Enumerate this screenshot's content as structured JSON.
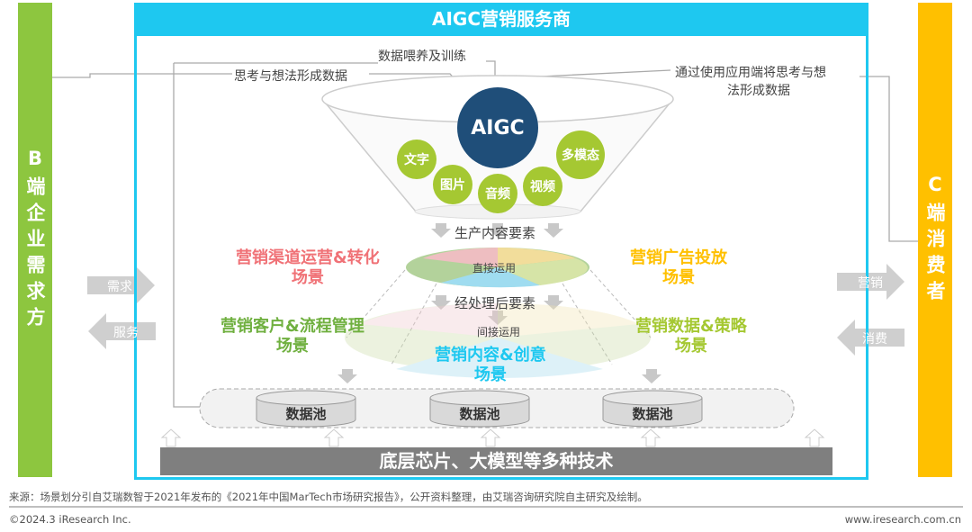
{
  "title": "AIGC营销服务商",
  "left_bar": {
    "label": "B端企业需求方",
    "color": "#8dc63f"
  },
  "right_bar": {
    "label": "C端消费者",
    "color": "#ffc000"
  },
  "labels": {
    "training": "数据喂养及训练",
    "b_thinking": "思考与想法形成数据",
    "c_thinking_1": "通过使用应用端将思考与想",
    "c_thinking_2": "法形成数据",
    "produce": "生产内容要素",
    "direct": "直接运用",
    "processed": "经处理后要素",
    "indirect": "间接运用"
  },
  "aigc": {
    "label": "AIGC",
    "color": "#1f4e79"
  },
  "modalities": [
    "文字",
    "图片",
    "音频",
    "视频",
    "多模态"
  ],
  "scenes": {
    "channel": [
      "营销渠道运营&转化",
      "场景"
    ],
    "ads": [
      "营销广告投放",
      "场景"
    ],
    "customer": [
      "营销客户&流程管理",
      "场景"
    ],
    "data": [
      "营销数据&策略",
      "场景"
    ],
    "content": [
      "营销内容&创意",
      "场景"
    ]
  },
  "data_pools": [
    "数据池",
    "数据池",
    "数据池"
  ],
  "bottom": "底层芯片、大模型等多种技术",
  "side_arrows": {
    "demand": "需求",
    "service": "服务",
    "marketing": "营销",
    "consume": "消费"
  },
  "footer": {
    "source": "来源：场景划分引自艾瑞数智于2021年发布的《2021年中国MarTech市场研究报告》，公开资料整理，由艾瑞咨询研究院自主研究及绘制。",
    "copyright": "©2024.3 iResearch Inc.",
    "website": "www.iresearch.com.cn"
  }
}
